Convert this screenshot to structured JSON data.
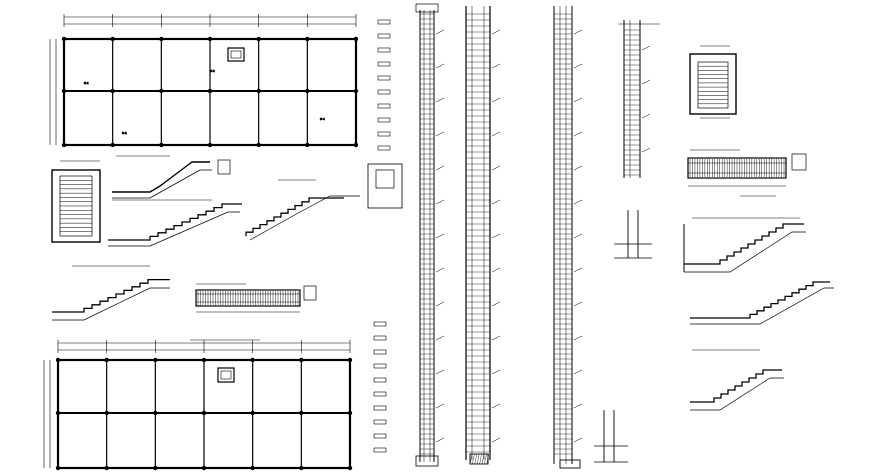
{
  "drawing": {
    "background": "#ffffff",
    "ink": "#000000",
    "views": [
      {
        "id": "plan-top",
        "kind": "floor-plan"
      },
      {
        "id": "plan-bottom",
        "kind": "floor-plan"
      },
      {
        "id": "stair-plan-small",
        "kind": "stair-plan"
      },
      {
        "id": "stair-section-1",
        "kind": "stair-section"
      },
      {
        "id": "stair-section-2",
        "kind": "stair-section"
      },
      {
        "id": "stair-section-3",
        "kind": "stair-section"
      },
      {
        "id": "beam-elevation-1",
        "kind": "beam-elevation"
      },
      {
        "id": "column-elevation-1",
        "kind": "column-elevation"
      },
      {
        "id": "column-elevation-2",
        "kind": "column-elevation"
      },
      {
        "id": "column-elevation-3",
        "kind": "column-elevation"
      },
      {
        "id": "column-elevation-4",
        "kind": "column-elevation"
      },
      {
        "id": "stair-plan-right",
        "kind": "stair-plan"
      },
      {
        "id": "beam-elevation-right",
        "kind": "beam-elevation"
      },
      {
        "id": "stair-section-right-1",
        "kind": "stair-section"
      },
      {
        "id": "stair-section-right-2",
        "kind": "stair-section"
      },
      {
        "id": "bar-schedule-left",
        "kind": "detail-column"
      },
      {
        "id": "bar-schedule-bottom",
        "kind": "detail-column"
      }
    ]
  }
}
